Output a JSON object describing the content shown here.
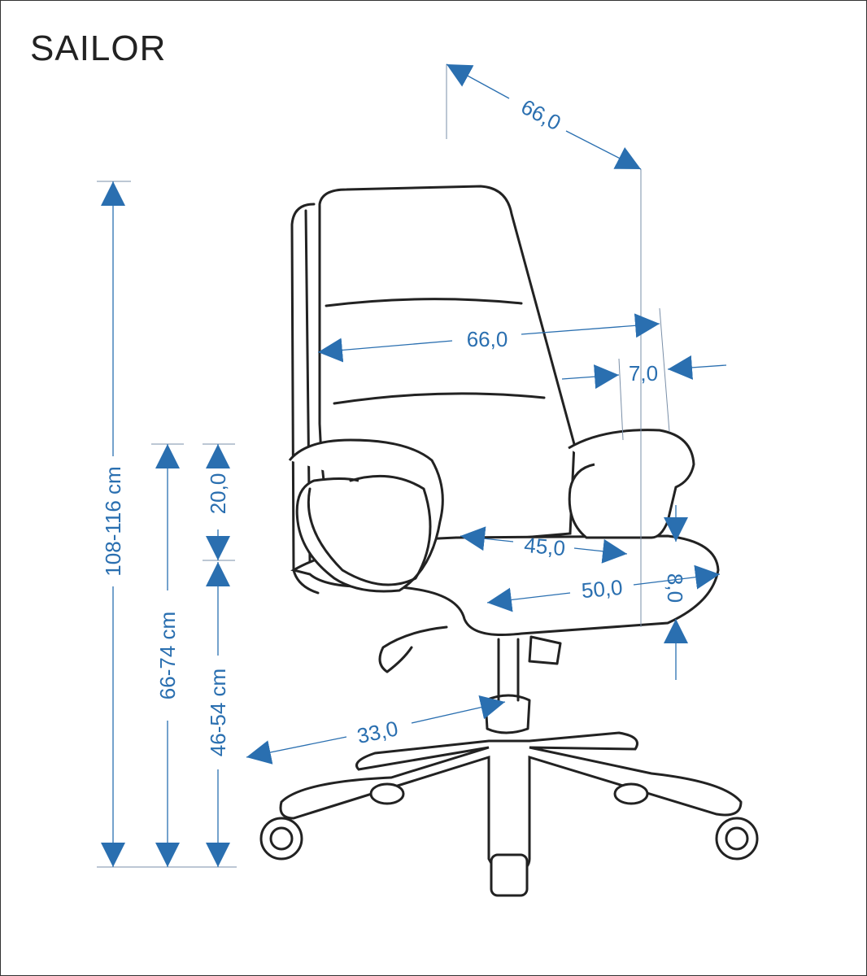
{
  "title": "SAILOR",
  "dimensions": {
    "total_height": "108-116 cm",
    "armrest_height": "66-74 cm",
    "seat_height": "46-54 cm",
    "armrest_to_seat": "20,0",
    "depth_top": "66,0",
    "backrest_width": "66,0",
    "armrest_width": "7,0",
    "seat_depth": "45,0",
    "seat_width": "50,0",
    "seat_thickness": "8,0",
    "base_radius": "33,0"
  },
  "colors": {
    "dimension": "#2a6fb0",
    "outline": "#222222"
  }
}
